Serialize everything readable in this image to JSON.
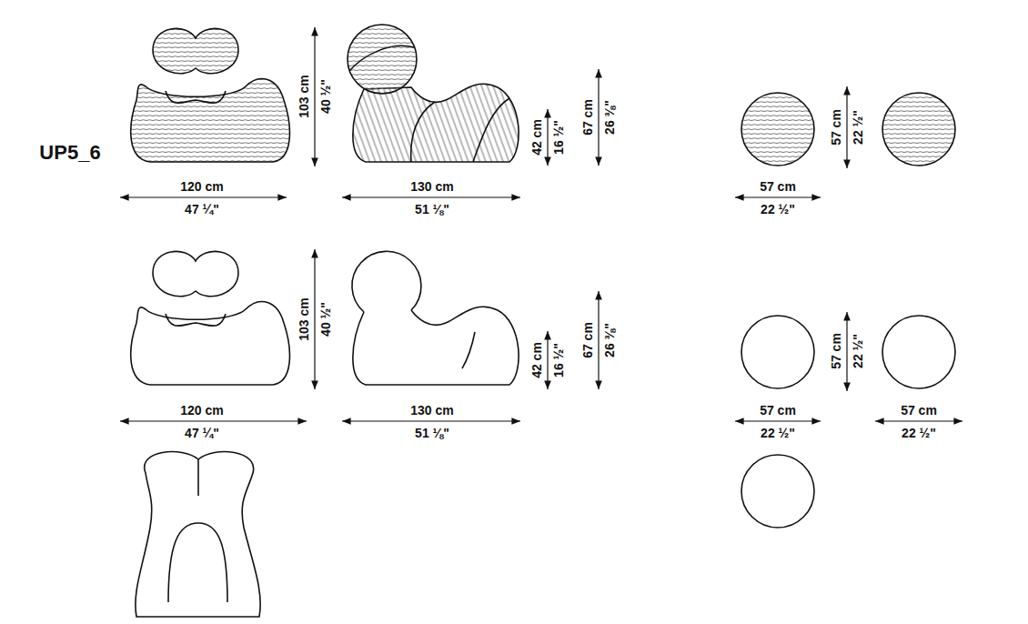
{
  "diagram": {
    "labels": [
      "UP5_6",
      "103 cm",
      "40 ½\"",
      "120 cm",
      "47 ¼\"",
      "130 cm",
      "51 ⅛\"",
      "42 cm",
      "16 ½\"",
      "67 cm",
      "26 ⅜\"",
      "57 cm",
      "22 ½\"",
      "57 cm",
      "22 ½\"",
      "103 cm",
      "40 ½\"",
      "120 cm",
      "47 ¼\"",
      "130 cm",
      "51 ⅛\"",
      "42 cm",
      "16 ½\"",
      "67 cm",
      "26 ⅜\"",
      "57 cm",
      "22 ½\"",
      "57 cm",
      "22 ½\"",
      "57 cm",
      "22 ½\""
    ]
  }
}
